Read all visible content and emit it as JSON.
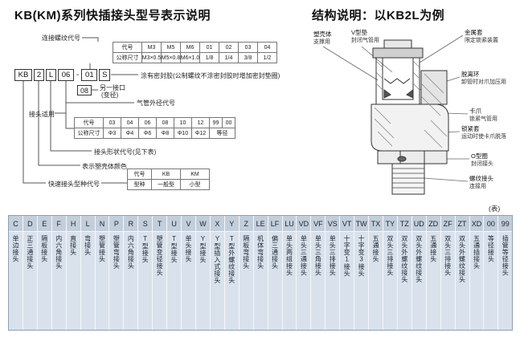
{
  "left": {
    "title": "KB(KM)系列快插接头型号表示说明",
    "model": {
      "segments": [
        "KB",
        "2",
        "L",
        "06",
        "01",
        "S"
      ],
      "dash": "-"
    },
    "labels": {
      "thread": "连接螺纹代号",
      "seal": "涂有密封胶(公制螺纹不涂密封胶时增加密封垫圈)",
      "alt_port_1": "另一接口",
      "alt_port_2": "(变径)",
      "tube_od": "气管外径代号",
      "fit": "接头适用",
      "shape": "接头形状代号(见下表)",
      "color": "表示塑壳体颜色",
      "type": "快速接头型种代号",
      "box08": "08"
    },
    "thread_table": {
      "row1_label": "代号",
      "row2_label": "公称尺寸",
      "items": [
        {
          "c": "M3",
          "s": "M3×0.5"
        },
        {
          "c": "M5",
          "s": "M5×0.8"
        },
        {
          "c": "M6",
          "s": "M6×1.0"
        },
        {
          "c": "01",
          "s": "1/8"
        },
        {
          "c": "02",
          "s": "1/4"
        },
        {
          "c": "03",
          "s": "3/8"
        },
        {
          "c": "04",
          "s": "1/2"
        }
      ]
    },
    "od_table": {
      "row1_label": "代号",
      "row2_label": "公称尺寸",
      "items": [
        {
          "c": "03",
          "s": "Φ3"
        },
        {
          "c": "04",
          "s": "Φ4"
        },
        {
          "c": "06",
          "s": "Φ6"
        },
        {
          "c": "08",
          "s": "Φ8"
        },
        {
          "c": "10",
          "s": "Φ10"
        },
        {
          "c": "12",
          "s": "Φ12"
        }
      ],
      "tail_codes": [
        "99",
        "00"
      ],
      "tail_size": "等径"
    },
    "type_table": {
      "rows": [
        [
          "代号",
          "KB",
          "KM"
        ],
        [
          "型种",
          "一般型",
          "小型"
        ]
      ]
    }
  },
  "right": {
    "title": "结构说明：以KB2L为例",
    "callouts": [
      {
        "name": "塑壳体",
        "desc": "支撑用"
      },
      {
        "name": "V型垫",
        "desc": "封闭气管用"
      },
      {
        "name": "金属套",
        "desc": "限定锁紧装置"
      },
      {
        "name": "脱离环",
        "desc": "卸管时对爪加压用"
      },
      {
        "name": "卡爪",
        "desc": "锁紧气管用"
      },
      {
        "name": "锁紧套",
        "desc": "运动时使卡爪脱落"
      },
      {
        "name": "O型圈",
        "desc": "封闭接头"
      },
      {
        "name": "螺纹接头",
        "desc": "连接用"
      }
    ]
  },
  "table_note": "(表)",
  "shape_table": {
    "items": [
      {
        "code": "C",
        "name": "单边接头"
      },
      {
        "code": "D",
        "name": "正三通接头"
      },
      {
        "code": "E",
        "name": "隔板接头"
      },
      {
        "code": "F",
        "name": "内六角接头"
      },
      {
        "code": "H",
        "name": "直接头"
      },
      {
        "code": "L",
        "name": "弯接头"
      },
      {
        "code": "N",
        "name": "塑管接头"
      },
      {
        "code": "P",
        "name": "塑管弯接头"
      },
      {
        "code": "R",
        "name": "内六角接头"
      },
      {
        "code": "S",
        "name": "T型接头"
      },
      {
        "code": "T",
        "name": "塑管变径接头"
      },
      {
        "code": "U",
        "name": "T型接头"
      },
      {
        "code": "V",
        "name": "单头接头"
      },
      {
        "code": "W",
        "name": "Y型接头"
      },
      {
        "code": "X",
        "name": "Y型插入式接头"
      },
      {
        "code": "Y",
        "name": "T型外螺纹接头"
      },
      {
        "code": "Z",
        "name": "隔板弯接头"
      },
      {
        "code": "LE",
        "name": "机体弯接头"
      },
      {
        "code": "LF",
        "name": "偏三通接头"
      },
      {
        "code": "LU",
        "name": "单头两组接头"
      },
      {
        "code": "VD",
        "name": "单头三通接头"
      },
      {
        "code": "VF",
        "name": "单头三角接头"
      },
      {
        "code": "VS",
        "name": "单头三排接头"
      },
      {
        "code": "VT",
        "name": "十字变1接头"
      },
      {
        "code": "TW",
        "name": "十字变3接头"
      },
      {
        "code": "TX",
        "name": "五通接头"
      },
      {
        "code": "TY",
        "name": "双头三排接头"
      },
      {
        "code": "TZ",
        "name": "双头外螺纹接头"
      },
      {
        "code": "UD",
        "name": "双头外螺纹接头"
      },
      {
        "code": "ZD",
        "name": "五通接头"
      },
      {
        "code": "ZF",
        "name": "双头三排接头"
      },
      {
        "code": "ZT",
        "name": "双头外螺纹接头"
      },
      {
        "code": "XD",
        "name": "五通插接头"
      },
      {
        "code": "00",
        "name": "等径接头"
      },
      {
        "code": "99",
        "name": "插管等径接头"
      }
    ]
  }
}
